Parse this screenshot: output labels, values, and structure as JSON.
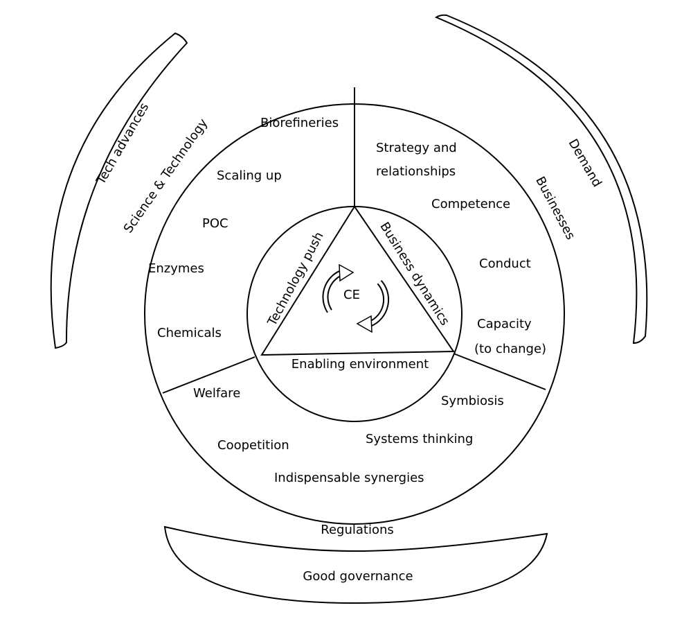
{
  "center": {
    "label": "CE"
  },
  "triangle": {
    "left": "Technology push",
    "right": "Business dynamics",
    "bottom": "Enabling environment"
  },
  "sectors": {
    "science_technology": {
      "title": "Science & Technology",
      "items": [
        "Biorefineries",
        "Scaling up",
        "POC",
        "Enzymes",
        "Chemicals"
      ]
    },
    "businesses": {
      "title": "Businesses",
      "items": [
        "Strategy and",
        "relationships",
        "Competence",
        "Conduct",
        "Capacity",
        "(to change)"
      ]
    },
    "bottom": {
      "items": [
        "Welfare",
        "Symbiosis",
        "Coopetition",
        "Systems thinking",
        "Indispensable synergies"
      ]
    }
  },
  "outer_bands": {
    "left": {
      "outer": "Tech advances"
    },
    "right": {
      "outer": "Demand"
    },
    "bottom": {
      "inner": "Regulations",
      "outer": "Good governance"
    }
  },
  "colors": {
    "stroke": "#000000",
    "background": "#ffffff"
  }
}
